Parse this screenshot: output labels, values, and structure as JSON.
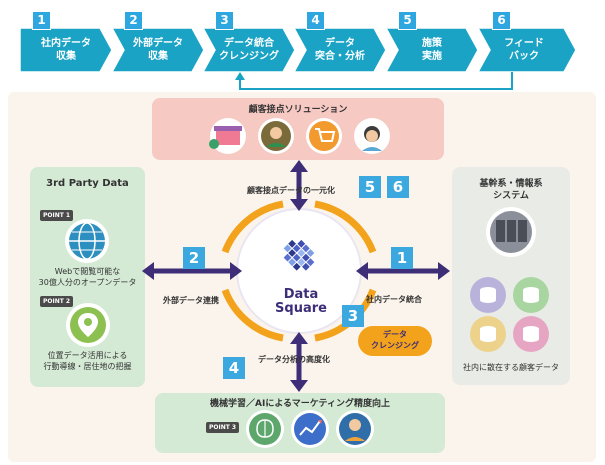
{
  "process_steps": [
    {
      "num": "1",
      "label": "社内データ\n収集"
    },
    {
      "num": "2",
      "label": "外部データ\n収集"
    },
    {
      "num": "3",
      "label": "データ統合\nクレンジング"
    },
    {
      "num": "4",
      "label": "データ\n突合・分析"
    },
    {
      "num": "5",
      "label": "施策\n実施"
    },
    {
      "num": "6",
      "label": "フィード\nバック"
    }
  ],
  "top_panel": {
    "title": "顧客接点ソリューション"
  },
  "left_panel": {
    "title": "3rd Party Data",
    "point1_tag": "POINT 1",
    "point1_text": "Webで閲覧可能な\n30億人分のオープンデータ",
    "point2_tag": "POINT 2",
    "point2_text": "位置データ活用による\n行動導線・居住地の把握"
  },
  "right_panel": {
    "title": "基幹系・情報系\nシステム",
    "caption": "社内に散在する顧客データ"
  },
  "bottom_panel": {
    "title": "機械学習／AIによるマーケティング精度向上",
    "point3_tag": "POINT 3"
  },
  "center": {
    "logo_line1": "Data",
    "logo_line2": "Square"
  },
  "arrows": {
    "top_label": "顧客接点データの一元化",
    "left_label": "外部データ連携",
    "right_label": "社内データ統合",
    "bottom_label": "データ分析の高度化",
    "cleansing_label": "データ\nクレンジング"
  },
  "badges": {
    "top_a": "5",
    "top_b": "6",
    "left": "2",
    "right": "1",
    "bottom": "4",
    "center_right": "3"
  },
  "colors": {
    "step_blue": "#1ba3c6",
    "panel_pink": "#f6c9c3",
    "panel_green": "#d4ead5",
    "panel_gray": "#e9ece6",
    "ring_orange": "#f3a21b",
    "arrow_purple": "#3d2e77",
    "badge_blue": "#3ba8e0"
  }
}
